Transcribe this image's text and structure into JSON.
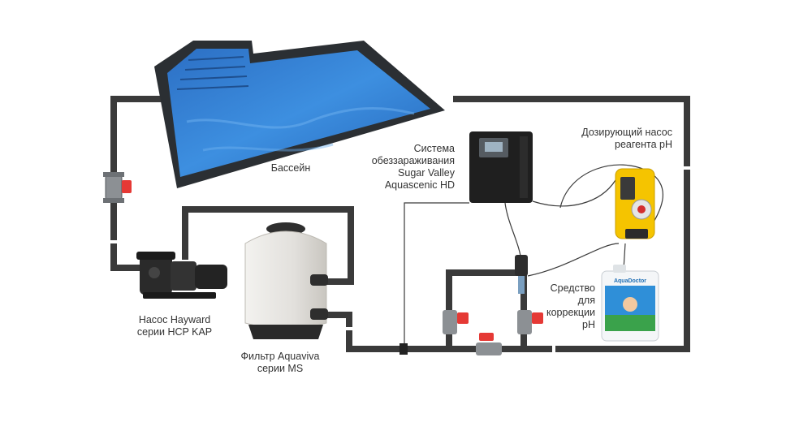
{
  "labels": {
    "pool": "Бассейн",
    "pump": [
      "Насос Hayward",
      "серии HCP KAP"
    ],
    "filter": [
      "Фильтр Aquaviva",
      "серии MS"
    ],
    "disinfection": [
      "Система",
      "обеззараживания",
      "Sugar Valley",
      "Aquascenic HD"
    ],
    "dosing_pump": [
      "Дозирующий насос",
      "реагента pH"
    ],
    "ph_agent": [
      "Средство",
      "для",
      "коррекции",
      "pH"
    ]
  },
  "canister_brand": "AquaDoctor",
  "colors": {
    "pipe": "#3a3a3a",
    "pool_water": "#2f7fd6",
    "pool_edge": "#2b2f33",
    "valve_handle": "#e53935",
    "dosing_pump_body": "#f5c400",
    "filter_body": "#e6e4e0",
    "text": "#333333"
  }
}
